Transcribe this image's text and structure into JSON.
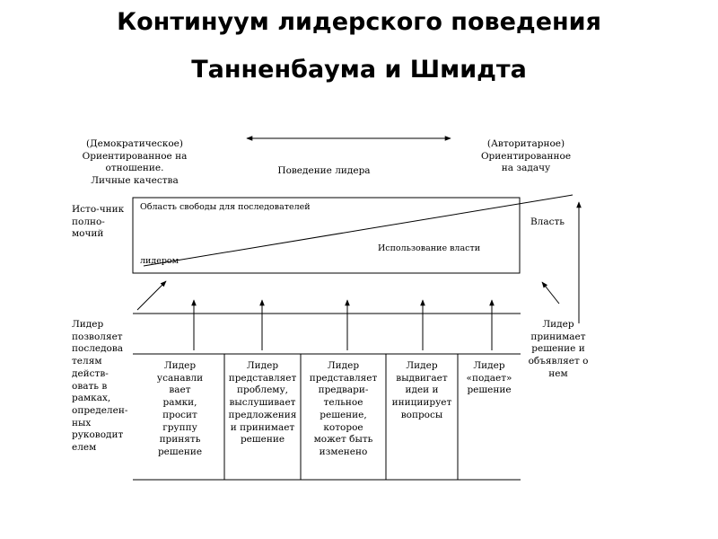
{
  "title_line1": "Континуум лидерского поведения",
  "title_line2": "Танненбаума и Шмидта",
  "top": {
    "left_label": "(Демократическое)\nОриентированное на\nотношение.\nЛичные качества",
    "center_label": "Поведение лидера",
    "right_label": "(Авторитарное)\nОриентированное\nна задачу"
  },
  "side": {
    "left_label": "Исто-чник\nполно-\nмочий",
    "right_label": "Власть"
  },
  "box": {
    "upper_area_label": "Область свободы для последователей",
    "lower_area_label": "Использование власти",
    "lower_area_label_end": "лидером"
  },
  "behaviors": [
    "Лидер\nпозволяет\nпоследова\nтелям\nдейств-\nовать в\nрамках,\nопределен-\nных\nруководит\nелем",
    "Лидер\nусанавли\nвает\nрамки,\nпросит\nгруппу\nпринять\nрешение",
    "Лидер\nпредставляет\nпроблему,\nвыслушивает\nпредложения\nи принимает\nрешение",
    "Лидер\nпредставляет\nпредвари-\nтельное\nрешение,\nкоторое\nможет быть\nизменено",
    "Лидер\nвыдвигает\nидеи и\nинициирует\nвопросы",
    "Лидер\n«подает»\nрешение",
    "Лидер\nпринимает\nрешение и\nобъявляет о\nнем"
  ]
}
